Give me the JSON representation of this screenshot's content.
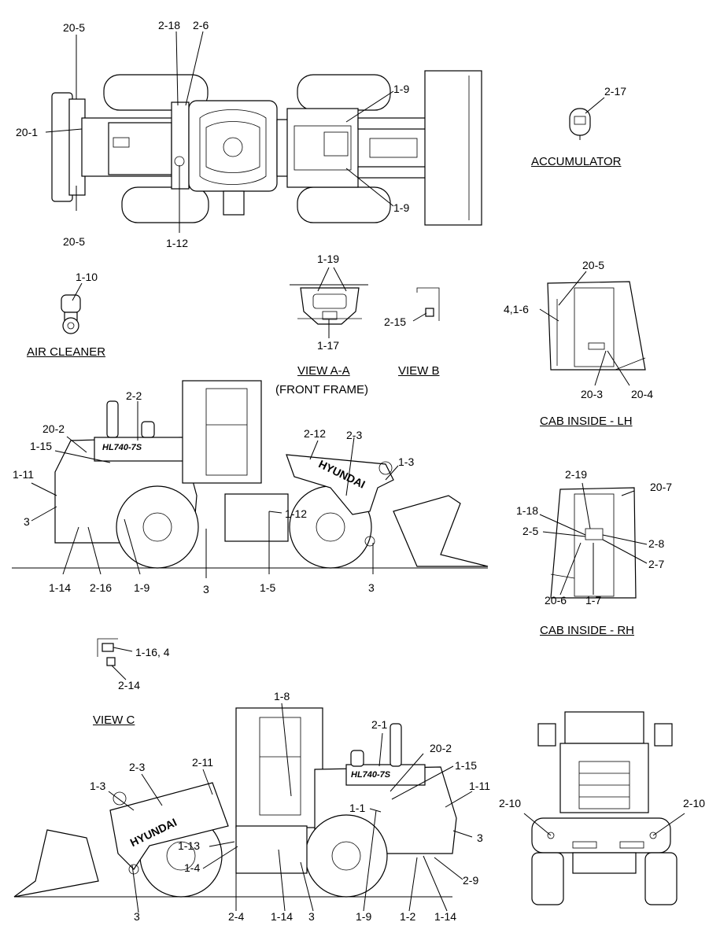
{
  "titles": {
    "accumulator": "ACCUMULATOR",
    "air_cleaner": "AIR CLEANER",
    "view_aa": "VIEW A-A",
    "front_frame": "(FRONT FRAME)",
    "view_b": "VIEW B",
    "cab_lh": "CAB INSIDE - LH",
    "cab_rh": "CAB INSIDE - RH",
    "view_c": "VIEW C"
  },
  "model_label": "HL740-7S",
  "brand_label": "HYUNDAI",
  "callouts": {
    "top_20_5a": "20-5",
    "top_2_18": "2-18",
    "top_2_6": "2-6",
    "top_1_9a": "1-9",
    "top_20_1": "20-1",
    "top_20_5b": "20-5",
    "top_1_12": "1-12",
    "top_1_9b": "1-9",
    "acc_2_17": "2-17",
    "ac_1_10": "1-10",
    "va_1_19": "1-19",
    "va_1_17": "1-17",
    "vb_2_15": "2-15",
    "lh_20_5": "20-5",
    "lh_4_1_6": "4,1-6",
    "lh_20_3": "20-3",
    "lh_20_4": "20-4",
    "s1_2_2": "2-2",
    "s1_20_2": "20-2",
    "s1_1_15": "1-15",
    "s1_1_11": "1-11",
    "s1_3a": "3",
    "s1_2_12": "2-12",
    "s1_2_3": "2-3",
    "s1_1_3": "1-3",
    "s1_1_12": "1-12",
    "s1_1_14": "1-14",
    "s1_2_16": "2-16",
    "s1_1_9": "1-9",
    "s1_3b": "3",
    "s1_1_5": "1-5",
    "s1_3c": "3",
    "rh_2_19": "2-19",
    "rh_20_7": "20-7",
    "rh_1_18": "1-18",
    "rh_2_5": "2-5",
    "rh_2_8": "2-8",
    "rh_2_7": "2-7",
    "rh_20_6": "20-6",
    "rh_1_7": "1-7",
    "vc_1_16_4": "1-16, 4",
    "vc_2_14": "2-14",
    "s2_1_8": "1-8",
    "s2_2_1": "2-1",
    "s2_20_2": "20-2",
    "s2_1_15": "1-15",
    "s2_2_3": "2-3",
    "s2_2_11": "2-11",
    "s2_1_11": "1-11",
    "s2_1_3": "1-3",
    "s2_1_1": "1-1",
    "s2_3a": "3",
    "s2_1_13": "1-13",
    "s2_1_4": "1-4",
    "s2_2_9": "2-9",
    "s2_3b": "3",
    "s2_2_4": "2-4",
    "s2_1_14a": "1-14",
    "s2_3c": "3",
    "s2_1_9": "1-9",
    "s2_1_2": "1-2",
    "s2_1_14b": "1-14",
    "rear_2_10a": "2-10",
    "rear_2_10b": "2-10"
  }
}
